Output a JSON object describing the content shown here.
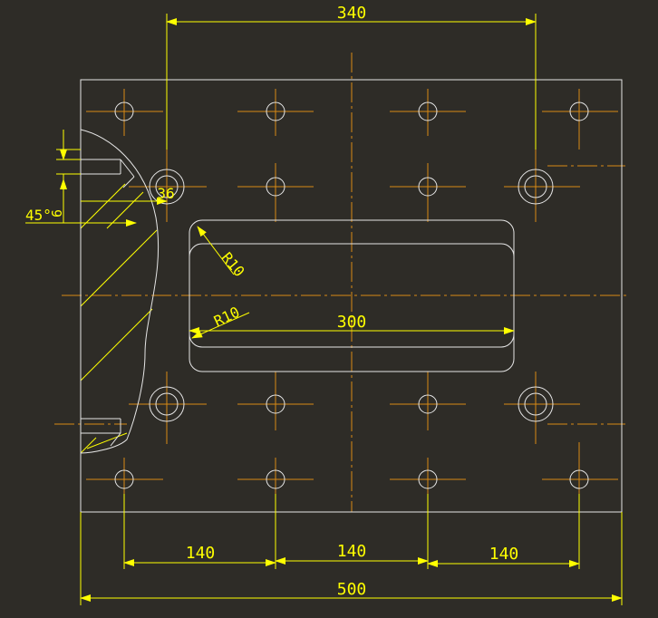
{
  "colors": {
    "background": "#2e2c27",
    "outline": "#e6e6e6",
    "dimension": "#ffff00",
    "centerline": "#d88a14",
    "hatch": "#ffff00"
  },
  "dimensions": {
    "top_span": "340",
    "slot_length": "300",
    "overall_width": "500",
    "pitch_left": "140",
    "pitch_middle": "140",
    "pitch_right": "140",
    "bolt_offset": "36",
    "chamfer_angle": "45°",
    "chamfer_depth": "6",
    "radius_upper": "R10",
    "radius_lower": "R10"
  }
}
